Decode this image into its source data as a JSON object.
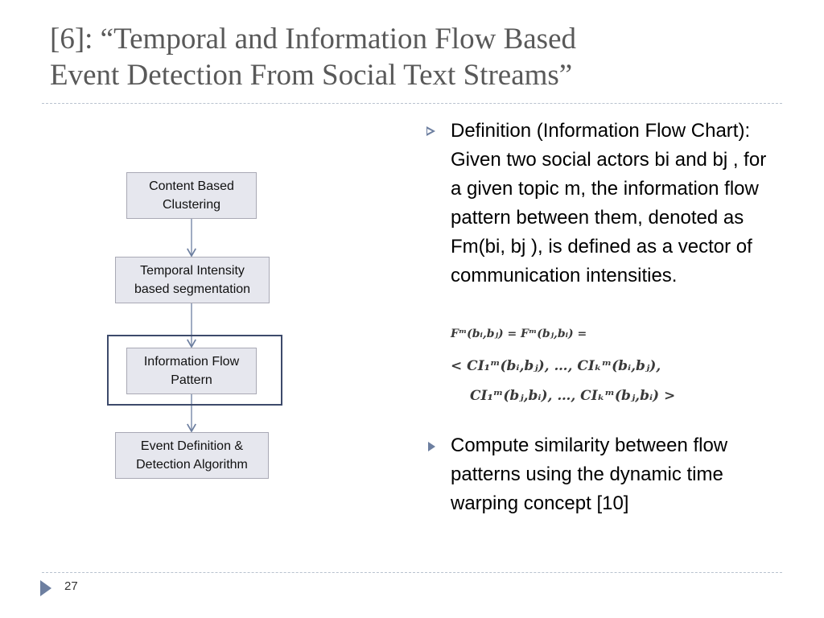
{
  "title": {
    "line1": "[6]: “Temporal and Information Flow Based",
    "line2": "Event Detection From Social Text Streams”"
  },
  "flowchart": {
    "boxes": [
      {
        "line1": "Content Based",
        "line2": "Clustering"
      },
      {
        "line1": "Temporal Intensity",
        "line2": "based segmentation"
      },
      {
        "line1": "Information Flow",
        "line2": "Pattern"
      },
      {
        "line1": "Event Definition &",
        "line2": "Detection Algorithm"
      }
    ]
  },
  "bullets": {
    "definition": "Definition (Information Flow Chart): Given two social actors bi and bj , for a given topic m, the information flow pattern between them, denoted as Fm(bi, bj ), is defined as a vector of communication intensities.",
    "compute": "Compute similarity between flow patterns using the dynamic time warping concept [10]"
  },
  "formula": {
    "line1": "Fᵐ(bᵢ,bⱼ) =  Fᵐ(bⱼ,bᵢ) =",
    "line2": "< CI₁ᵐ(bᵢ,bⱼ), …, CIₖᵐ(bᵢ,bⱼ),",
    "line3": "CI₁ᵐ(bⱼ,bᵢ), …, CIₖᵐ(bⱼ,bᵢ) >"
  },
  "footer": {
    "page_number": "27"
  }
}
